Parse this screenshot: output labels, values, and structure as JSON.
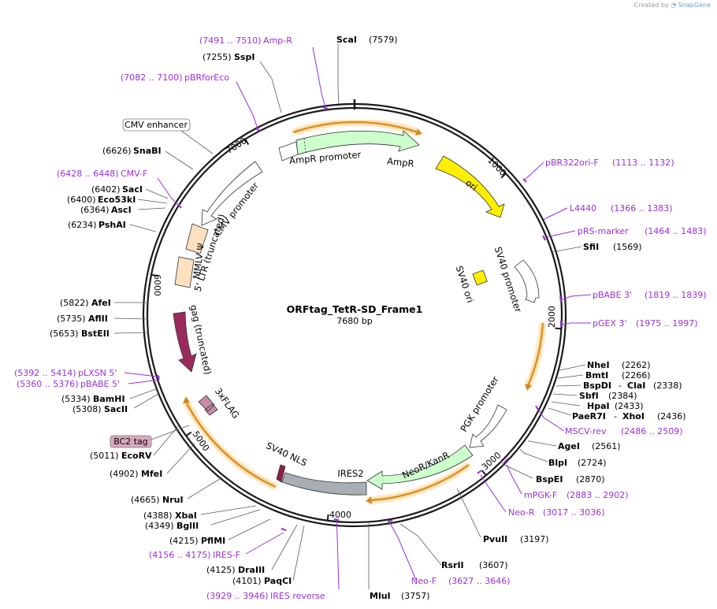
{
  "watermark": {
    "prefix": "Created by",
    "brand": "SnapGene"
  },
  "plasmid": {
    "name": "ORFtag_TetR-SD_Frame1",
    "length_label": "7680 bp",
    "length": 7680
  },
  "ticks": [
    "1000",
    "2000",
    "3000",
    "4000",
    "5000",
    "6000",
    "7000"
  ],
  "features": [
    {
      "name": "AmpR promoter",
      "color": "#ffffff"
    },
    {
      "name": "AmpR",
      "color": "#ccffcc"
    },
    {
      "name": "ori",
      "color": "#ffee00"
    },
    {
      "name": "SV40 promoter",
      "color": "#ffffff"
    },
    {
      "name": "SV40 ori",
      "color": "#ffee00"
    },
    {
      "name": "PGK promoter",
      "color": "#ffffff"
    },
    {
      "name": "NeoR/KanR",
      "color": "#ccffcc"
    },
    {
      "name": "IRES2",
      "color": "#a7aeb4"
    },
    {
      "name": "SV40 NLS",
      "color": "#8a1f4a"
    },
    {
      "name": "3xFLAG",
      "color": "#c98aa8"
    },
    {
      "name": "gag (truncated)",
      "color": "#9b2a5c"
    },
    {
      "name": "MMLV Ψ",
      "color": "#fde0c0"
    },
    {
      "name": "5' LTR (truncated)",
      "color": "#fde0c0"
    },
    {
      "name": "CMV promoter",
      "color": "#ffffff"
    }
  ],
  "boxed_labels": {
    "cmv_enhancer": "CMV enhancer",
    "bc2_tag": "BC2 tag"
  },
  "enzymes": [
    {
      "name": "ScaI",
      "pos": "(7579)"
    },
    {
      "name": "SspI",
      "pos": "(7255)"
    },
    {
      "name": "SnaBI",
      "pos": "(6626)"
    },
    {
      "name": "SacI",
      "pos": "(6402)"
    },
    {
      "name": "Eco53kI",
      "pos": "(6400)"
    },
    {
      "name": "AscI",
      "pos": "(6364)"
    },
    {
      "name": "PshAI",
      "pos": "(6234)"
    },
    {
      "name": "AfeI",
      "pos": "(5822)"
    },
    {
      "name": "AflII",
      "pos": "(5735)"
    },
    {
      "name": "BstEII",
      "pos": "(5653)"
    },
    {
      "name": "BamHI",
      "pos": "(5334)"
    },
    {
      "name": "SacII",
      "pos": "(5308)"
    },
    {
      "name": "EcoRV",
      "pos": "(5011)"
    },
    {
      "name": "MfeI",
      "pos": "(4902)"
    },
    {
      "name": "NruI",
      "pos": "(4665)"
    },
    {
      "name": "XbaI",
      "pos": "(4388)"
    },
    {
      "name": "BglII",
      "pos": "(4349)"
    },
    {
      "name": "PflMI",
      "pos": "(4215)"
    },
    {
      "name": "DraIII",
      "pos": "(4125)"
    },
    {
      "name": "PaqCI",
      "pos": "(4101)"
    },
    {
      "name": "MluI",
      "pos": "(3757)"
    },
    {
      "name": "RsrII",
      "pos": "(3607)"
    },
    {
      "name": "PvuII",
      "pos": "(3197)"
    },
    {
      "name": "BspEI",
      "pos": "(2870)"
    },
    {
      "name": "BlpI",
      "pos": "(2724)"
    },
    {
      "name": "AgeI",
      "pos": "(2561)"
    },
    {
      "name": "PaeR7I",
      "pos": "(2436)",
      "extra": "XhoI"
    },
    {
      "name": "HpaI",
      "pos": "(2433)"
    },
    {
      "name": "SbfI",
      "pos": "(2384)"
    },
    {
      "name": "BspDI",
      "pos": "(2338)",
      "extra": "ClaI"
    },
    {
      "name": "BmtI",
      "pos": "(2266)"
    },
    {
      "name": "NheI",
      "pos": "(2262)"
    },
    {
      "name": "SfiI",
      "pos": "(1569)"
    }
  ],
  "primers": [
    {
      "name": "Amp-R",
      "range": "(7491 .. 7510)"
    },
    {
      "name": "pBRforEco",
      "range": "(7082 .. 7100)"
    },
    {
      "name": "CMV-F",
      "range": "(6428 .. 6448)"
    },
    {
      "name": "pLXSN 5'",
      "range": "(5392 .. 5414)"
    },
    {
      "name": "pBABE 5'",
      "range": "(5360 .. 5376)"
    },
    {
      "name": "IRES-F",
      "range": "(4156 .. 4175)"
    },
    {
      "name": "IRES reverse",
      "range": "(3929 .. 3946)"
    },
    {
      "name": "Neo-F",
      "range": "(3627 .. 3646)"
    },
    {
      "name": "Neo-R",
      "range": "(3017 .. 3036)"
    },
    {
      "name": "mPGK-F",
      "range": "(2883 .. 2902)"
    },
    {
      "name": "MSCV-rev",
      "range": "(2486 .. 2509)"
    },
    {
      "name": "pGEX 3'",
      "range": "(1975 .. 1997)"
    },
    {
      "name": "pBABE 3'",
      "range": "(1819 .. 1839)"
    },
    {
      "name": "pRS-marker",
      "range": "(1464 .. 1483)"
    },
    {
      "name": "L4440",
      "range": "(1366 .. 1383)"
    },
    {
      "name": "pBR322ori-F",
      "range": "(1113 .. 1132)"
    }
  ]
}
